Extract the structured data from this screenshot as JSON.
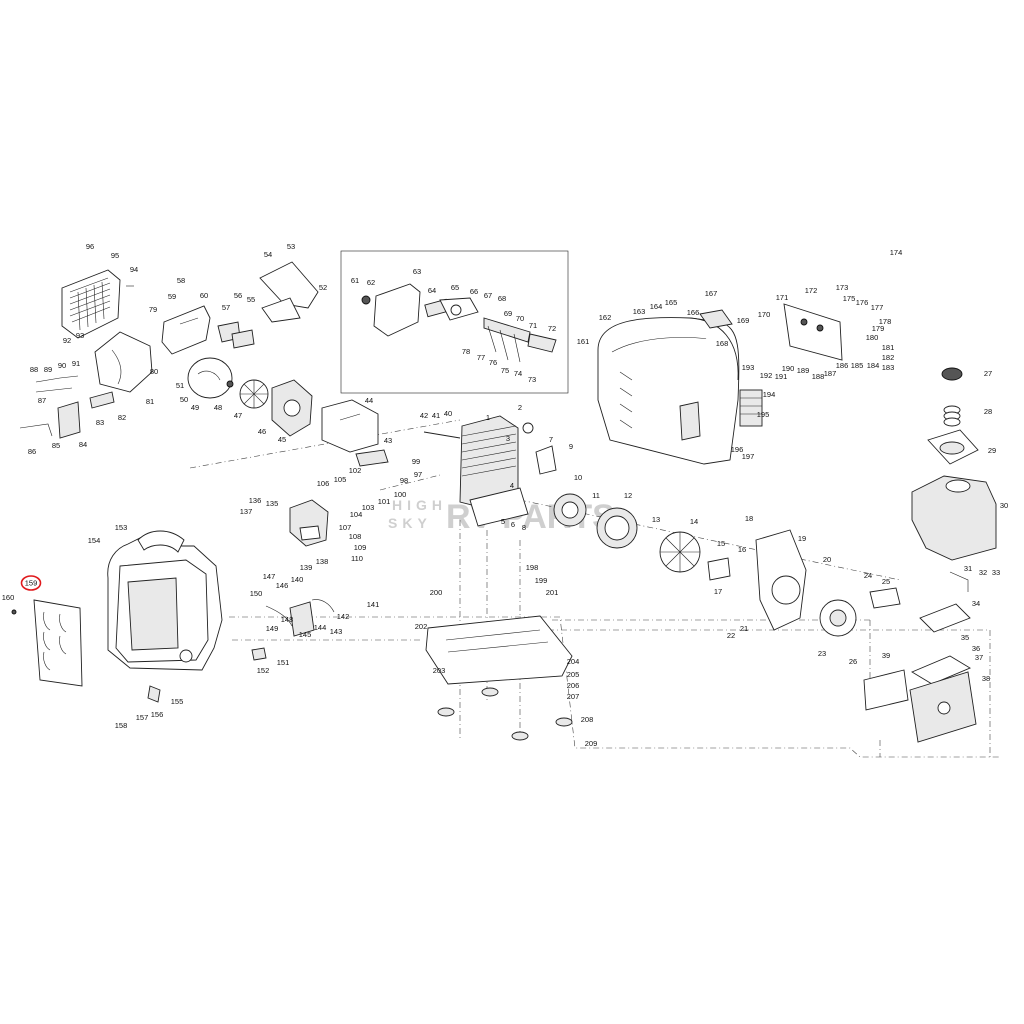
{
  "watermark": {
    "line1": "HIGH",
    "line2": "SKY",
    "brand": "RV PARTS"
  },
  "highlight": {
    "label": "159",
    "color": "#e0191c"
  },
  "callouts": [
    "1",
    "2",
    "3",
    "4",
    "5",
    "6",
    "7",
    "8",
    "9",
    "10",
    "11",
    "12",
    "13",
    "14",
    "15",
    "16",
    "17",
    "18",
    "19",
    "20",
    "21",
    "22",
    "23",
    "24",
    "25",
    "26",
    "27",
    "28",
    "29",
    "30",
    "31",
    "32",
    "33",
    "34",
    "35",
    "36",
    "37",
    "38",
    "39",
    "40",
    "41",
    "42",
    "43",
    "44",
    "45",
    "46",
    "47",
    "48",
    "49",
    "50",
    "51",
    "52",
    "53",
    "54",
    "55",
    "56",
    "57",
    "58",
    "59",
    "60",
    "61",
    "62",
    "63",
    "64",
    "65",
    "66",
    "67",
    "68",
    "69",
    "70",
    "71",
    "72",
    "73",
    "74",
    "75",
    "76",
    "77",
    "78",
    "79",
    "80",
    "81",
    "82",
    "83",
    "84",
    "85",
    "86",
    "87",
    "88",
    "89",
    "90",
    "91",
    "92",
    "93",
    "94",
    "95",
    "96",
    "97",
    "98",
    "99",
    "100",
    "101",
    "102",
    "103",
    "104",
    "105",
    "106",
    "107",
    "108",
    "109",
    "110",
    "135",
    "136",
    "137",
    "138",
    "139",
    "140",
    "141",
    "142",
    "143",
    "144",
    "145",
    "146",
    "147",
    "148",
    "149",
    "150",
    "151",
    "152",
    "153",
    "154",
    "155",
    "156",
    "157",
    "158",
    "160",
    "161",
    "162",
    "163",
    "164",
    "165",
    "166",
    "167",
    "168",
    "169",
    "170",
    "171",
    "172",
    "173",
    "174",
    "175",
    "176",
    "177",
    "178",
    "179",
    "180",
    "181",
    "182",
    "183",
    "184",
    "185",
    "186",
    "187",
    "188",
    "189",
    "190",
    "191",
    "192",
    "193",
    "194",
    "195",
    "196",
    "197",
    "198",
    "199",
    "200",
    "201",
    "202",
    "203",
    "204",
    "205",
    "206",
    "207",
    "208",
    "209"
  ]
}
